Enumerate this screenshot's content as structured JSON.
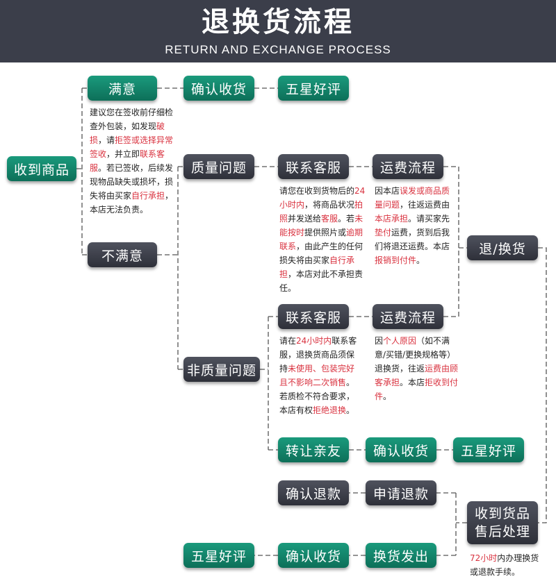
{
  "header": {
    "title": "退换货流程",
    "subtitle": "RETURN AND EXCHANGE PROCESS"
  },
  "nodes": {
    "received": "收到商品",
    "satisfied": "满意",
    "confirm_receipt_1": "确认收货",
    "five_star_1": "五星好评",
    "unsatisfied": "不满意",
    "quality_issue": "质量问题",
    "contact_service_1": "联系客服",
    "shipping_process_1": "运费流程",
    "return_exchange": "退/换货",
    "non_quality_issue": "非质量问题",
    "contact_service_2": "联系客服",
    "shipping_process_2": "运费流程",
    "transfer_friend": "转让亲友",
    "confirm_receipt_2": "确认收货",
    "five_star_2": "五星好评",
    "confirm_refund": "确认退款",
    "apply_refund": "申请退款",
    "after_sales_line1": "收到货品",
    "after_sales_line2": "售后处理",
    "five_star_3": "五星好评",
    "confirm_receipt_3": "确认收货",
    "exchange_ship": "换货发出"
  },
  "notes": {
    "satisfied": [
      {
        "t": "建议您在签收前仔细检查外包装，如发现",
        "c": "n"
      },
      {
        "t": "破损",
        "c": "r"
      },
      {
        "t": "，请",
        "c": "n"
      },
      {
        "t": "拒签或选择异常签收",
        "c": "r"
      },
      {
        "t": "，并立即",
        "c": "n"
      },
      {
        "t": "联系客服",
        "c": "r"
      },
      {
        "t": "。若已签收，后续发现物品缺失或损坏，损失将由买家",
        "c": "n"
      },
      {
        "t": "自行承担",
        "c": "r"
      },
      {
        "t": "，本店无法负责。",
        "c": "n"
      }
    ],
    "quality_contact": [
      {
        "t": "请您在收到货物后的",
        "c": "n"
      },
      {
        "t": "24小时内",
        "c": "r"
      },
      {
        "t": "，将商品状况",
        "c": "n"
      },
      {
        "t": "拍照",
        "c": "r"
      },
      {
        "t": "并发送给",
        "c": "n"
      },
      {
        "t": "客服",
        "c": "r"
      },
      {
        "t": "。若",
        "c": "n"
      },
      {
        "t": "未能按时",
        "c": "r"
      },
      {
        "t": "提供照片或",
        "c": "n"
      },
      {
        "t": "逾期联系",
        "c": "r"
      },
      {
        "t": "，由此产生的任何损失将由买家",
        "c": "n"
      },
      {
        "t": "自行承担",
        "c": "r"
      },
      {
        "t": "，本店对此不承担责任。",
        "c": "n"
      }
    ],
    "quality_shipping": [
      {
        "t": "因本店",
        "c": "n"
      },
      {
        "t": "误发或商品质量问题",
        "c": "r"
      },
      {
        "t": "，往返运费由",
        "c": "n"
      },
      {
        "t": "本店承担",
        "c": "r"
      },
      {
        "t": "。请买家先",
        "c": "n"
      },
      {
        "t": "垫付",
        "c": "r"
      },
      {
        "t": "运费，货到后我们将退还运费。本店",
        "c": "n"
      },
      {
        "t": "报销到付件",
        "c": "r"
      },
      {
        "t": "。",
        "c": "n"
      }
    ],
    "nonquality_contact": [
      {
        "t": "请在",
        "c": "n"
      },
      {
        "t": "24小时内",
        "c": "r"
      },
      {
        "t": "联系客服，退换货商品须保持",
        "c": "n"
      },
      {
        "t": "未使用、包装完好且不影响二次销售",
        "c": "r"
      },
      {
        "t": "。若质检不符合要求，本店有权",
        "c": "n"
      },
      {
        "t": "拒绝退换",
        "c": "r"
      },
      {
        "t": "。",
        "c": "n"
      }
    ],
    "nonquality_shipping": [
      {
        "t": "因",
        "c": "n"
      },
      {
        "t": "个人原因",
        "c": "r"
      },
      {
        "t": "（如不满意/买错/更换规格等）退换货，往返",
        "c": "n"
      },
      {
        "t": "运费由顾客承担",
        "c": "r"
      },
      {
        "t": "。本店",
        "c": "n"
      },
      {
        "t": "拒收到付件",
        "c": "r"
      },
      {
        "t": "。",
        "c": "n"
      }
    ],
    "after_sales": [
      {
        "t": "72小时",
        "c": "r"
      },
      {
        "t": "内办理换货或退款手续。",
        "c": "n"
      }
    ]
  },
  "colors": {
    "header_bg": "#3b3e4a",
    "green_node": "#127f66",
    "dark_node": "#3c3e48",
    "highlight_red": "#d9323f",
    "connector": "#555555"
  }
}
